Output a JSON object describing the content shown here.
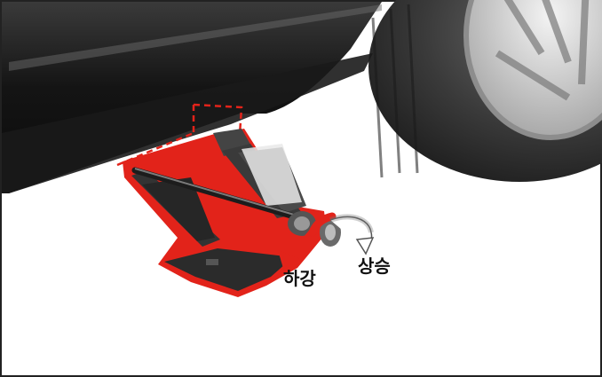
{
  "figure": {
    "subject": "car-jack-operation",
    "labels": {
      "lower": "하강",
      "raise": "상승"
    },
    "colors": {
      "highlight": "#e2231a",
      "car_body": "#1c1c1c",
      "tire": "#2a2a2a",
      "jack": "#2b2b2b",
      "background": "#ffffff",
      "border": "#222222"
    },
    "icons": {
      "lower_arrow": "curved-arrow-counterclockwise-icon",
      "raise_arrow": "curved-arrow-clockwise-icon"
    }
  }
}
